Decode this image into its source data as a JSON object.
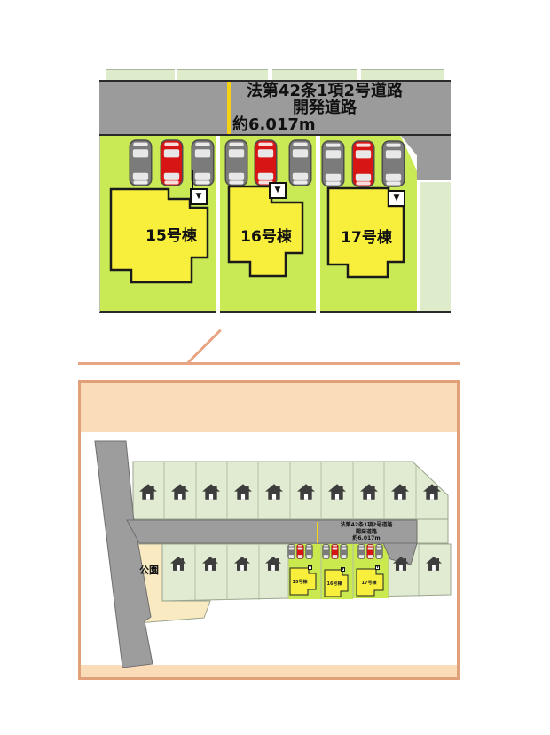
{
  "colors": {
    "lot_green_detail": "#c9e955",
    "lot_green_pale": "#e0ebd2",
    "lot_green_highlight": "#c9e94f",
    "house_yellow": "#f8ef3d",
    "road_gray": "#9b9b9b",
    "car_red": "#d81515",
    "car_gray": "#7b7b7b",
    "park_beige": "#faeac2",
    "panel_border_salmon": "#dfa07a",
    "band_peach": "#fbdcb8",
    "centerline_yellow": "#f5d312"
  },
  "icons": {
    "lot_marker_glyph": "▼"
  },
  "detail_panel": {
    "road_label": {
      "line1": "法第42条1項2号道路",
      "line2": "開発道路",
      "line3": "約6.017m"
    },
    "lots": [
      {
        "label": "15号棟"
      },
      {
        "label": "16号棟"
      },
      {
        "label": "17号棟"
      }
    ]
  },
  "overview_panel": {
    "road_label": {
      "line1": "法第42条1項2号道路",
      "line2": "開発道路",
      "line3": "約6.017m"
    },
    "park_label": "公園",
    "highlighted_lots": [
      {
        "label": "15号棟"
      },
      {
        "label": "16号棟"
      },
      {
        "label": "17号棟"
      }
    ]
  }
}
